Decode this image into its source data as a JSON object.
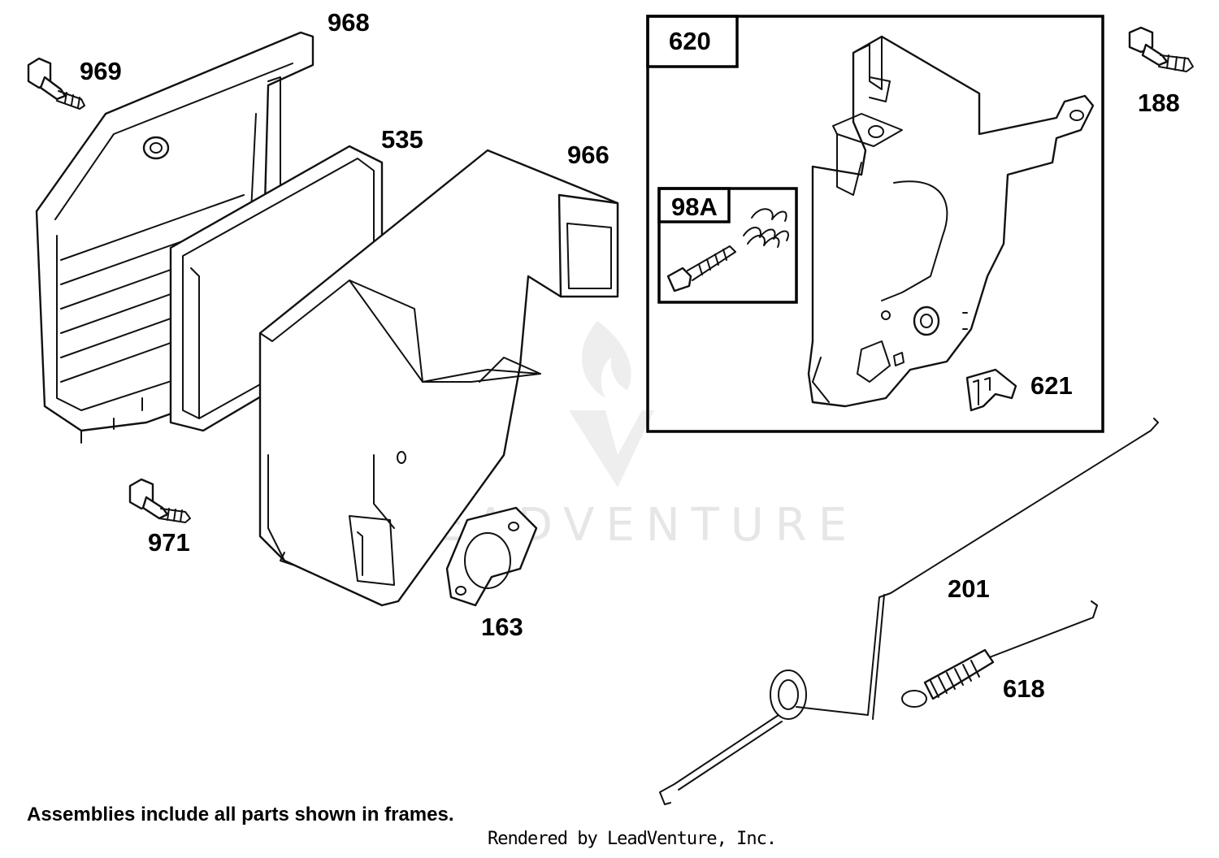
{
  "diagram": {
    "frames": [
      {
        "id": "frame-620",
        "label": "620"
      },
      {
        "id": "frame-98A",
        "label": "98A"
      }
    ],
    "callouts": {
      "p968": "968",
      "p969": "969",
      "p535": "535",
      "p966": "966",
      "p971": "971",
      "p163": "163",
      "p188": "188",
      "p621": "621",
      "p201": "201",
      "p618": "618"
    },
    "footnote": "Assemblies include all parts shown in frames.",
    "rendered_by": "Rendered by LeadVenture, Inc.",
    "watermark": "LEADVENTURE"
  },
  "colors": {
    "line": "#111111",
    "background": "#ffffff",
    "watermark": "#e6e6e6"
  }
}
